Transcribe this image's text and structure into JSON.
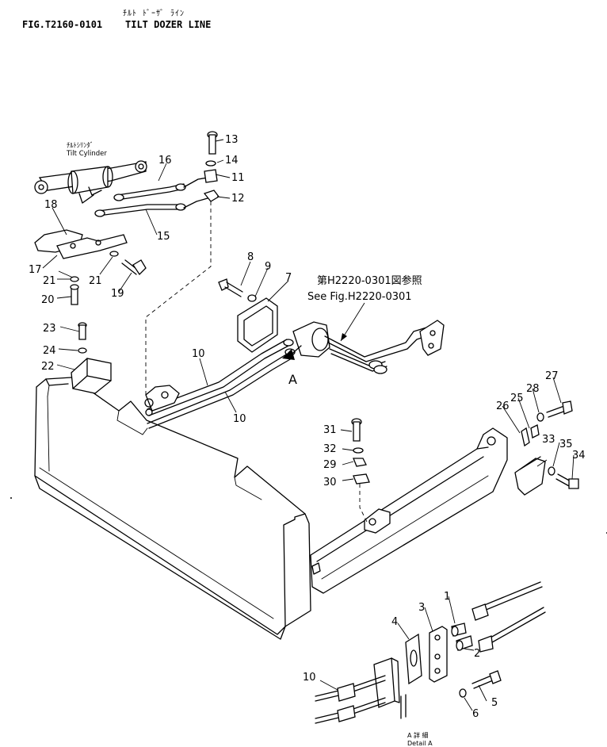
{
  "header": {
    "japanese_title": "ﾁﾙﾄ ﾄﾞｰｻﾞ ﾗｲﾝ",
    "figure_number": "FIG.T2160-0101",
    "title": "TILT DOZER LINE"
  },
  "labels": {
    "tilt_cylinder_jp": "ﾁﾙﾄｼﾘﾝﾀﾞ",
    "tilt_cylinder_en": "Tilt Cylinder",
    "see_fig_jp": "第H2220-0301図参照",
    "see_fig_en": "See Fig.H2220-0301",
    "view_arrow": "A",
    "detail_jp": "A 詳 細",
    "detail_en": "Detail A"
  },
  "callouts": [
    {
      "id": "c13",
      "text": "13"
    },
    {
      "id": "c14",
      "text": "14"
    },
    {
      "id": "c11",
      "text": "11"
    },
    {
      "id": "c12",
      "text": "12"
    },
    {
      "id": "c16",
      "text": "16"
    },
    {
      "id": "c15",
      "text": "15"
    },
    {
      "id": "c18",
      "text": "18"
    },
    {
      "id": "c17",
      "text": "17"
    },
    {
      "id": "c21a",
      "text": "21"
    },
    {
      "id": "c21b",
      "text": "21"
    },
    {
      "id": "c20",
      "text": "20"
    },
    {
      "id": "c19",
      "text": "19"
    },
    {
      "id": "c8",
      "text": "8"
    },
    {
      "id": "c9",
      "text": "9"
    },
    {
      "id": "c7",
      "text": "7"
    },
    {
      "id": "c23",
      "text": "23"
    },
    {
      "id": "c24",
      "text": "24"
    },
    {
      "id": "c22",
      "text": "22"
    },
    {
      "id": "c10a",
      "text": "10"
    },
    {
      "id": "c10b",
      "text": "10"
    },
    {
      "id": "c27",
      "text": "27"
    },
    {
      "id": "c28",
      "text": "28"
    },
    {
      "id": "c25",
      "text": "25"
    },
    {
      "id": "c26",
      "text": "26"
    },
    {
      "id": "c33",
      "text": "33"
    },
    {
      "id": "c35",
      "text": "35"
    },
    {
      "id": "c34",
      "text": "34"
    },
    {
      "id": "c31",
      "text": "31"
    },
    {
      "id": "c32",
      "text": "32"
    },
    {
      "id": "c29",
      "text": "29"
    },
    {
      "id": "c30",
      "text": "30"
    },
    {
      "id": "c1",
      "text": "1"
    },
    {
      "id": "c3",
      "text": "3"
    },
    {
      "id": "c4",
      "text": "4"
    },
    {
      "id": "c2",
      "text": "2"
    },
    {
      "id": "c10c",
      "text": "10"
    },
    {
      "id": "c5",
      "text": "5"
    },
    {
      "id": "c6",
      "text": "6"
    }
  ]
}
